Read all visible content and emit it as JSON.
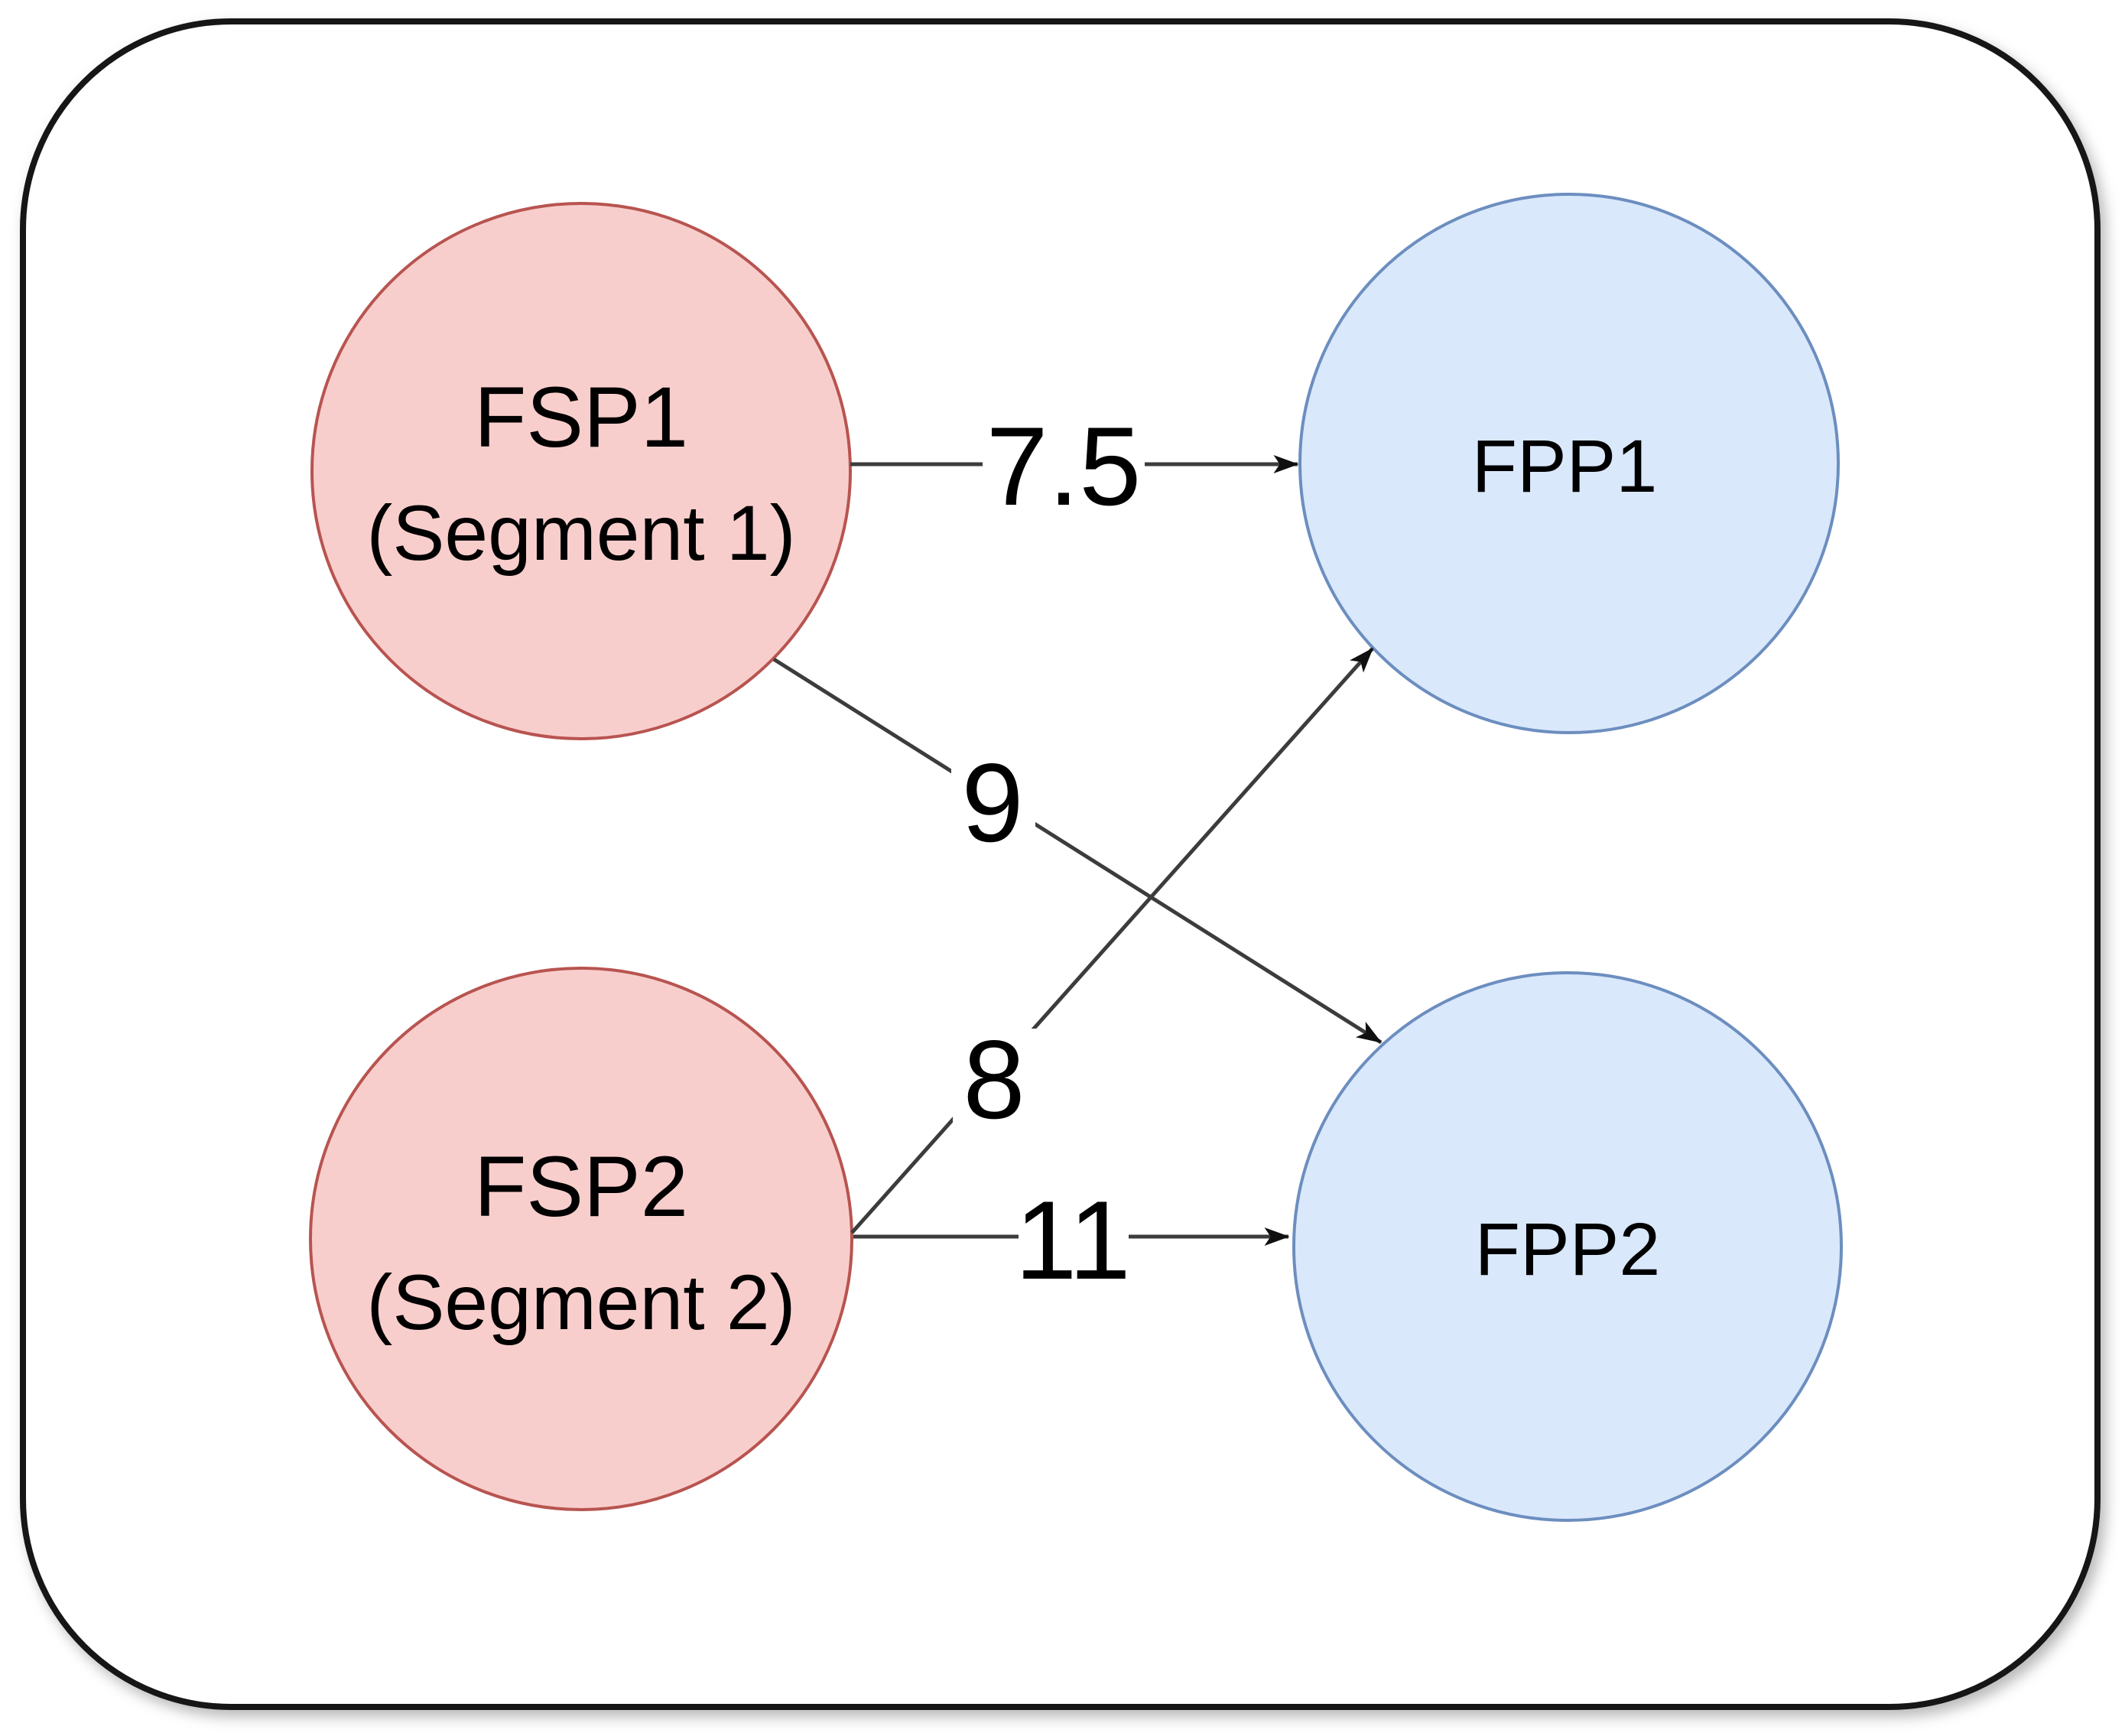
{
  "diagram": {
    "type": "weighted-bipartite-flow",
    "nodes": {
      "fsp1": {
        "label": "FSP1",
        "sublabel": "(Segment 1)",
        "role": "source"
      },
      "fsp2": {
        "label": "FSP2",
        "sublabel": "(Segment 2)",
        "role": "source"
      },
      "fpp1": {
        "label": "FPP1",
        "role": "target"
      },
      "fpp2": {
        "label": "FPP2",
        "role": "target"
      }
    },
    "edges": {
      "fsp1_fpp1": {
        "from": "FSP1",
        "to": "FPP1",
        "weight": "7.5"
      },
      "fsp1_fpp2": {
        "from": "FSP1",
        "to": "FPP2",
        "weight": "9"
      },
      "fsp2_fpp1": {
        "from": "FSP2",
        "to": "FPP1",
        "weight": "8"
      },
      "fsp2_fpp2": {
        "from": "FSP2",
        "to": "FPP2",
        "weight": "11"
      }
    },
    "colors": {
      "source_fill": "#f8cecc",
      "source_stroke": "#b85450",
      "target_fill": "#dae8fc",
      "target_stroke": "#6c8ebf",
      "edge": "#3c3c3c",
      "arrowhead": "#101010",
      "frame_border": "#161616",
      "text": "#000000",
      "background": "#ffffff"
    }
  }
}
